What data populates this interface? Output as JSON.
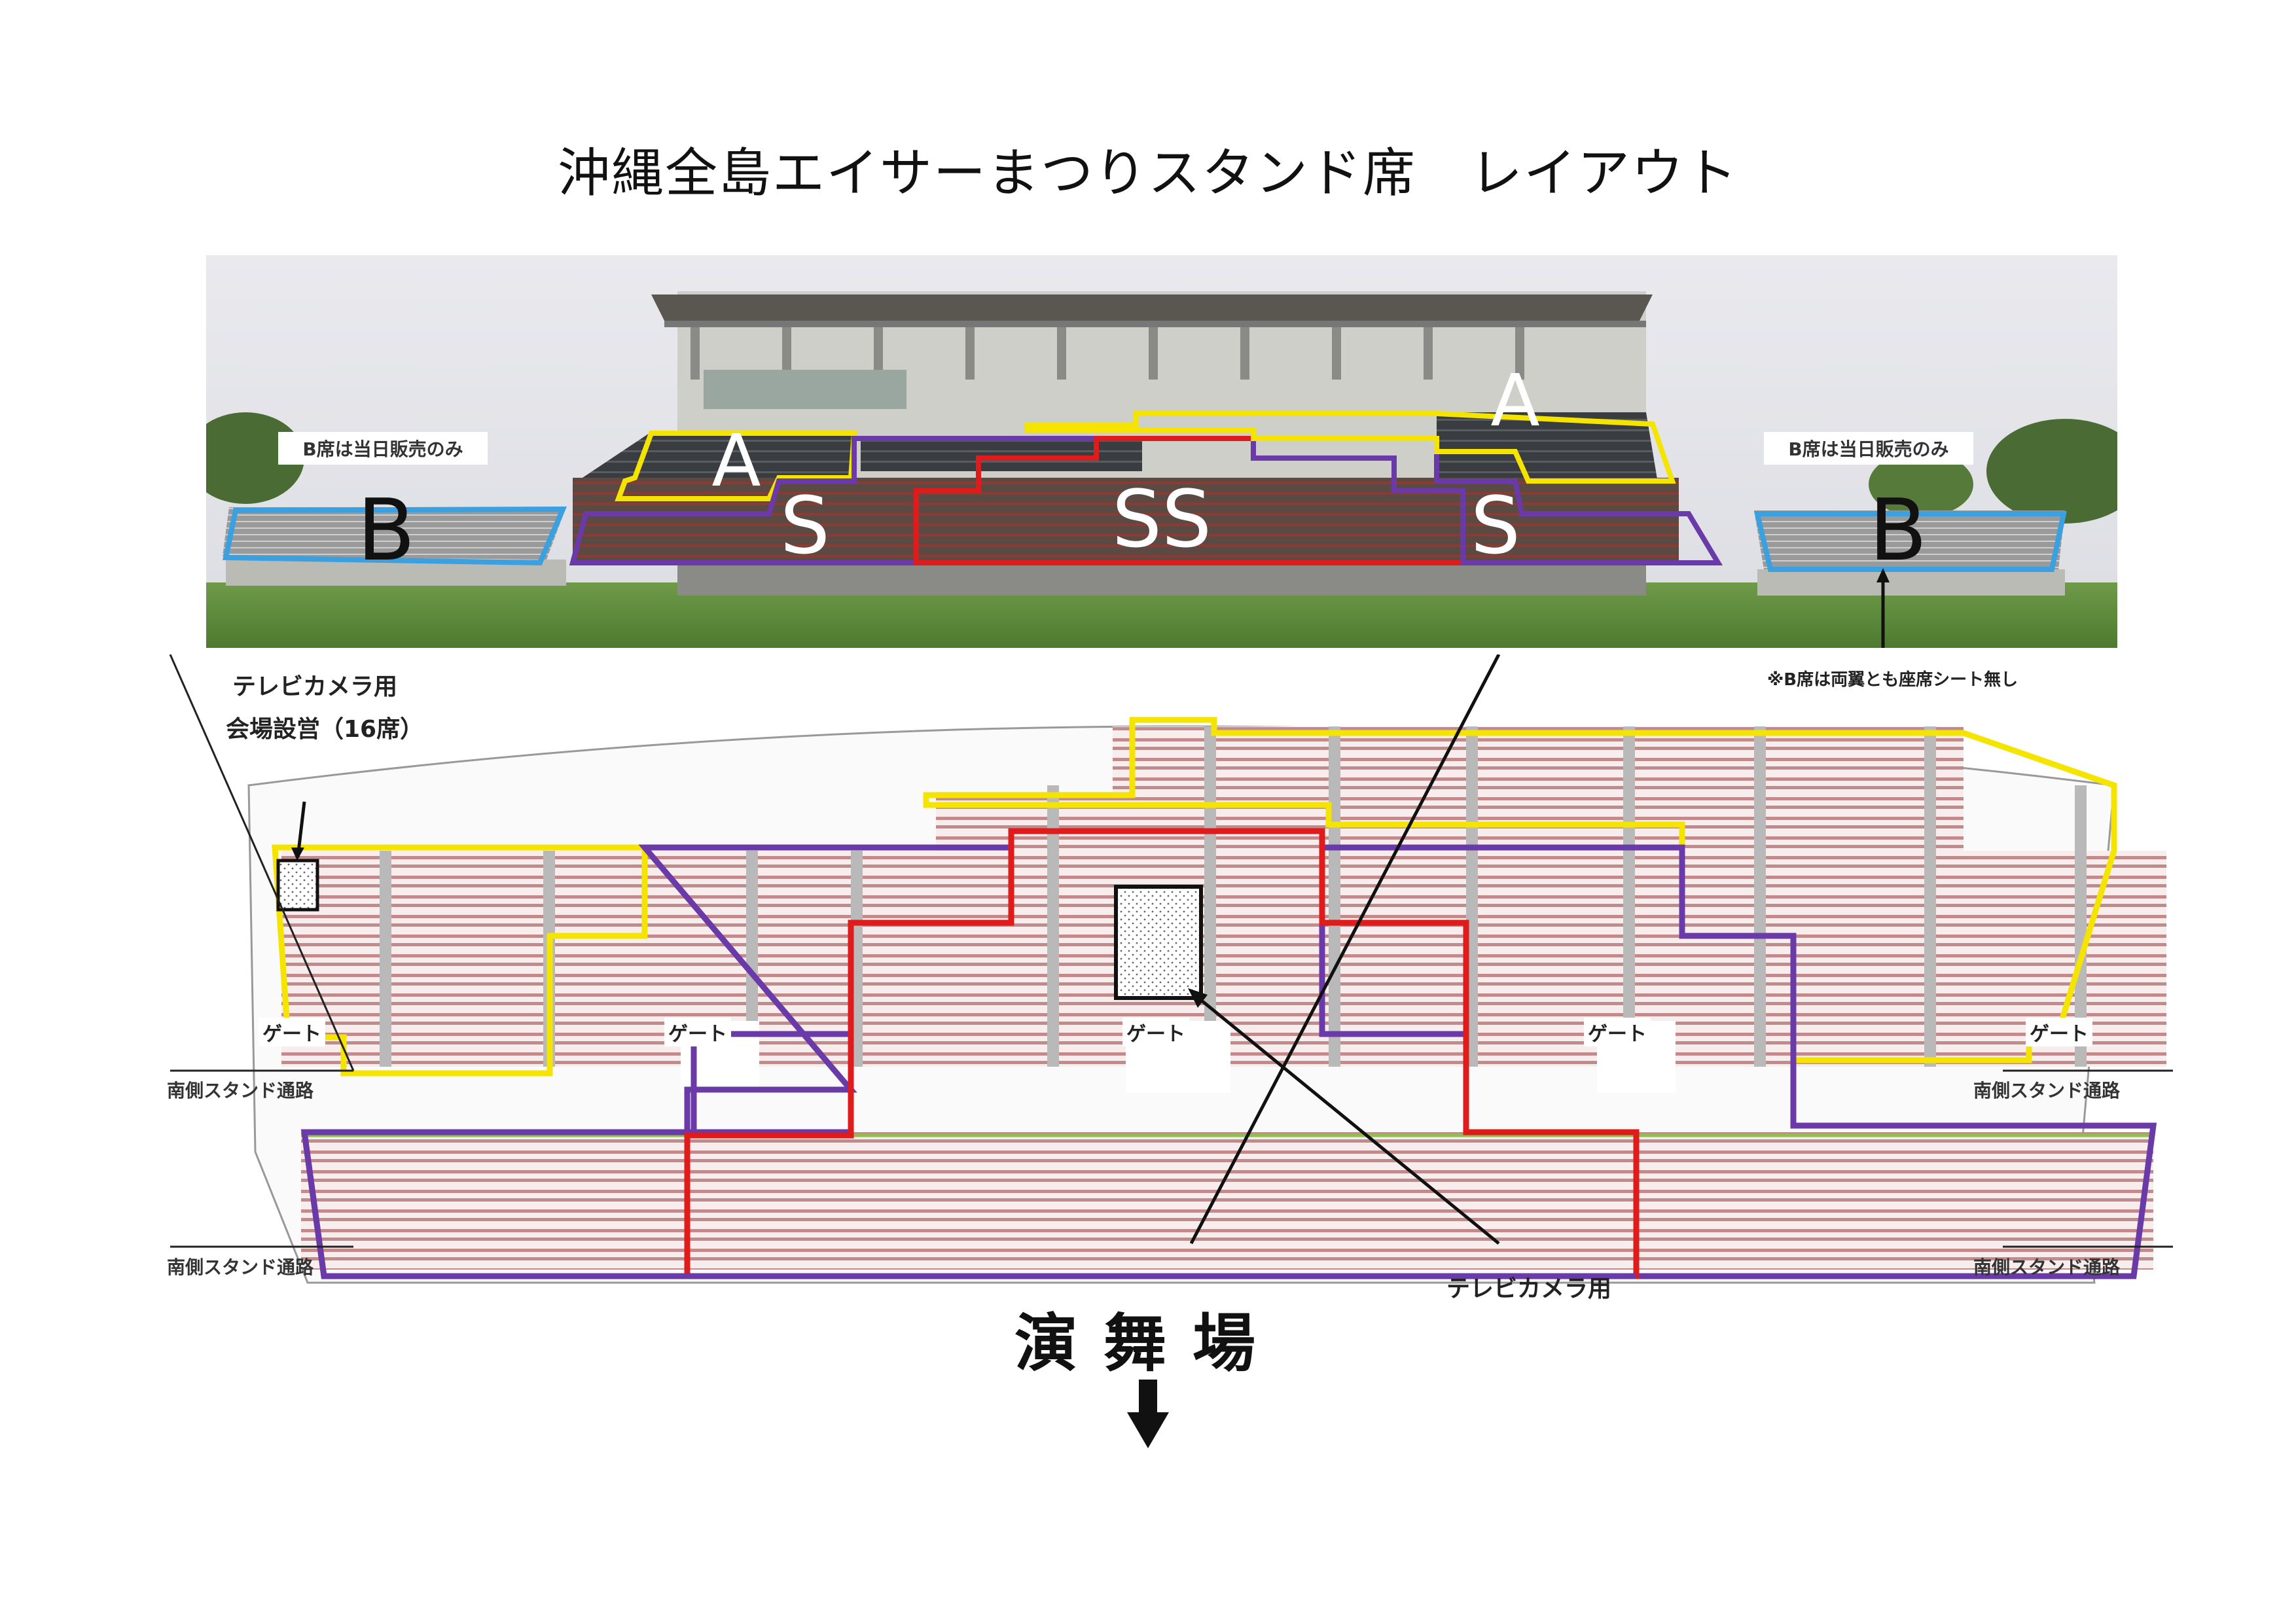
{
  "title": "沖縄全島エイサーまつりスタンド席　レイアウト",
  "photo": {
    "zones": {
      "a_left": "A",
      "a_right": "A",
      "s_left": "S",
      "s_right": "S",
      "ss": "SS",
      "b_left": "B",
      "b_right": "B"
    },
    "b_note_left": "B席は当日販売のみ",
    "b_note_right": "B席は当日販売のみ",
    "b_no_sheet_note": "※B席は両翼とも座席シート無し"
  },
  "plan": {
    "tv_camera_note_line1": "テレビカメラ用",
    "tv_camera_note_line2": "会場設営（16席）",
    "gates": [
      "ゲート",
      "ゲート",
      "ゲート",
      "ゲート",
      "ゲート"
    ],
    "passage_left_upper": "南側スタンド通路",
    "passage_right_upper": "南側スタンド通路",
    "passage_left_lower": "南側スタンド通路",
    "passage_right_lower": "南側スタンド通路",
    "tv_camera_label": "テレビカメラ用"
  },
  "stage_label": "演舞場",
  "colors": {
    "A_outline": "#f5e400",
    "S_outline": "#6a3aa8",
    "SS_outline": "#e01b1b",
    "B_outline": "#3aa0e0",
    "seat_row": "#c9a0a0",
    "sky": "#e6e6ea",
    "grass": "#5e8a3c"
  },
  "icons": {
    "down_arrow": "down-arrow-icon"
  }
}
